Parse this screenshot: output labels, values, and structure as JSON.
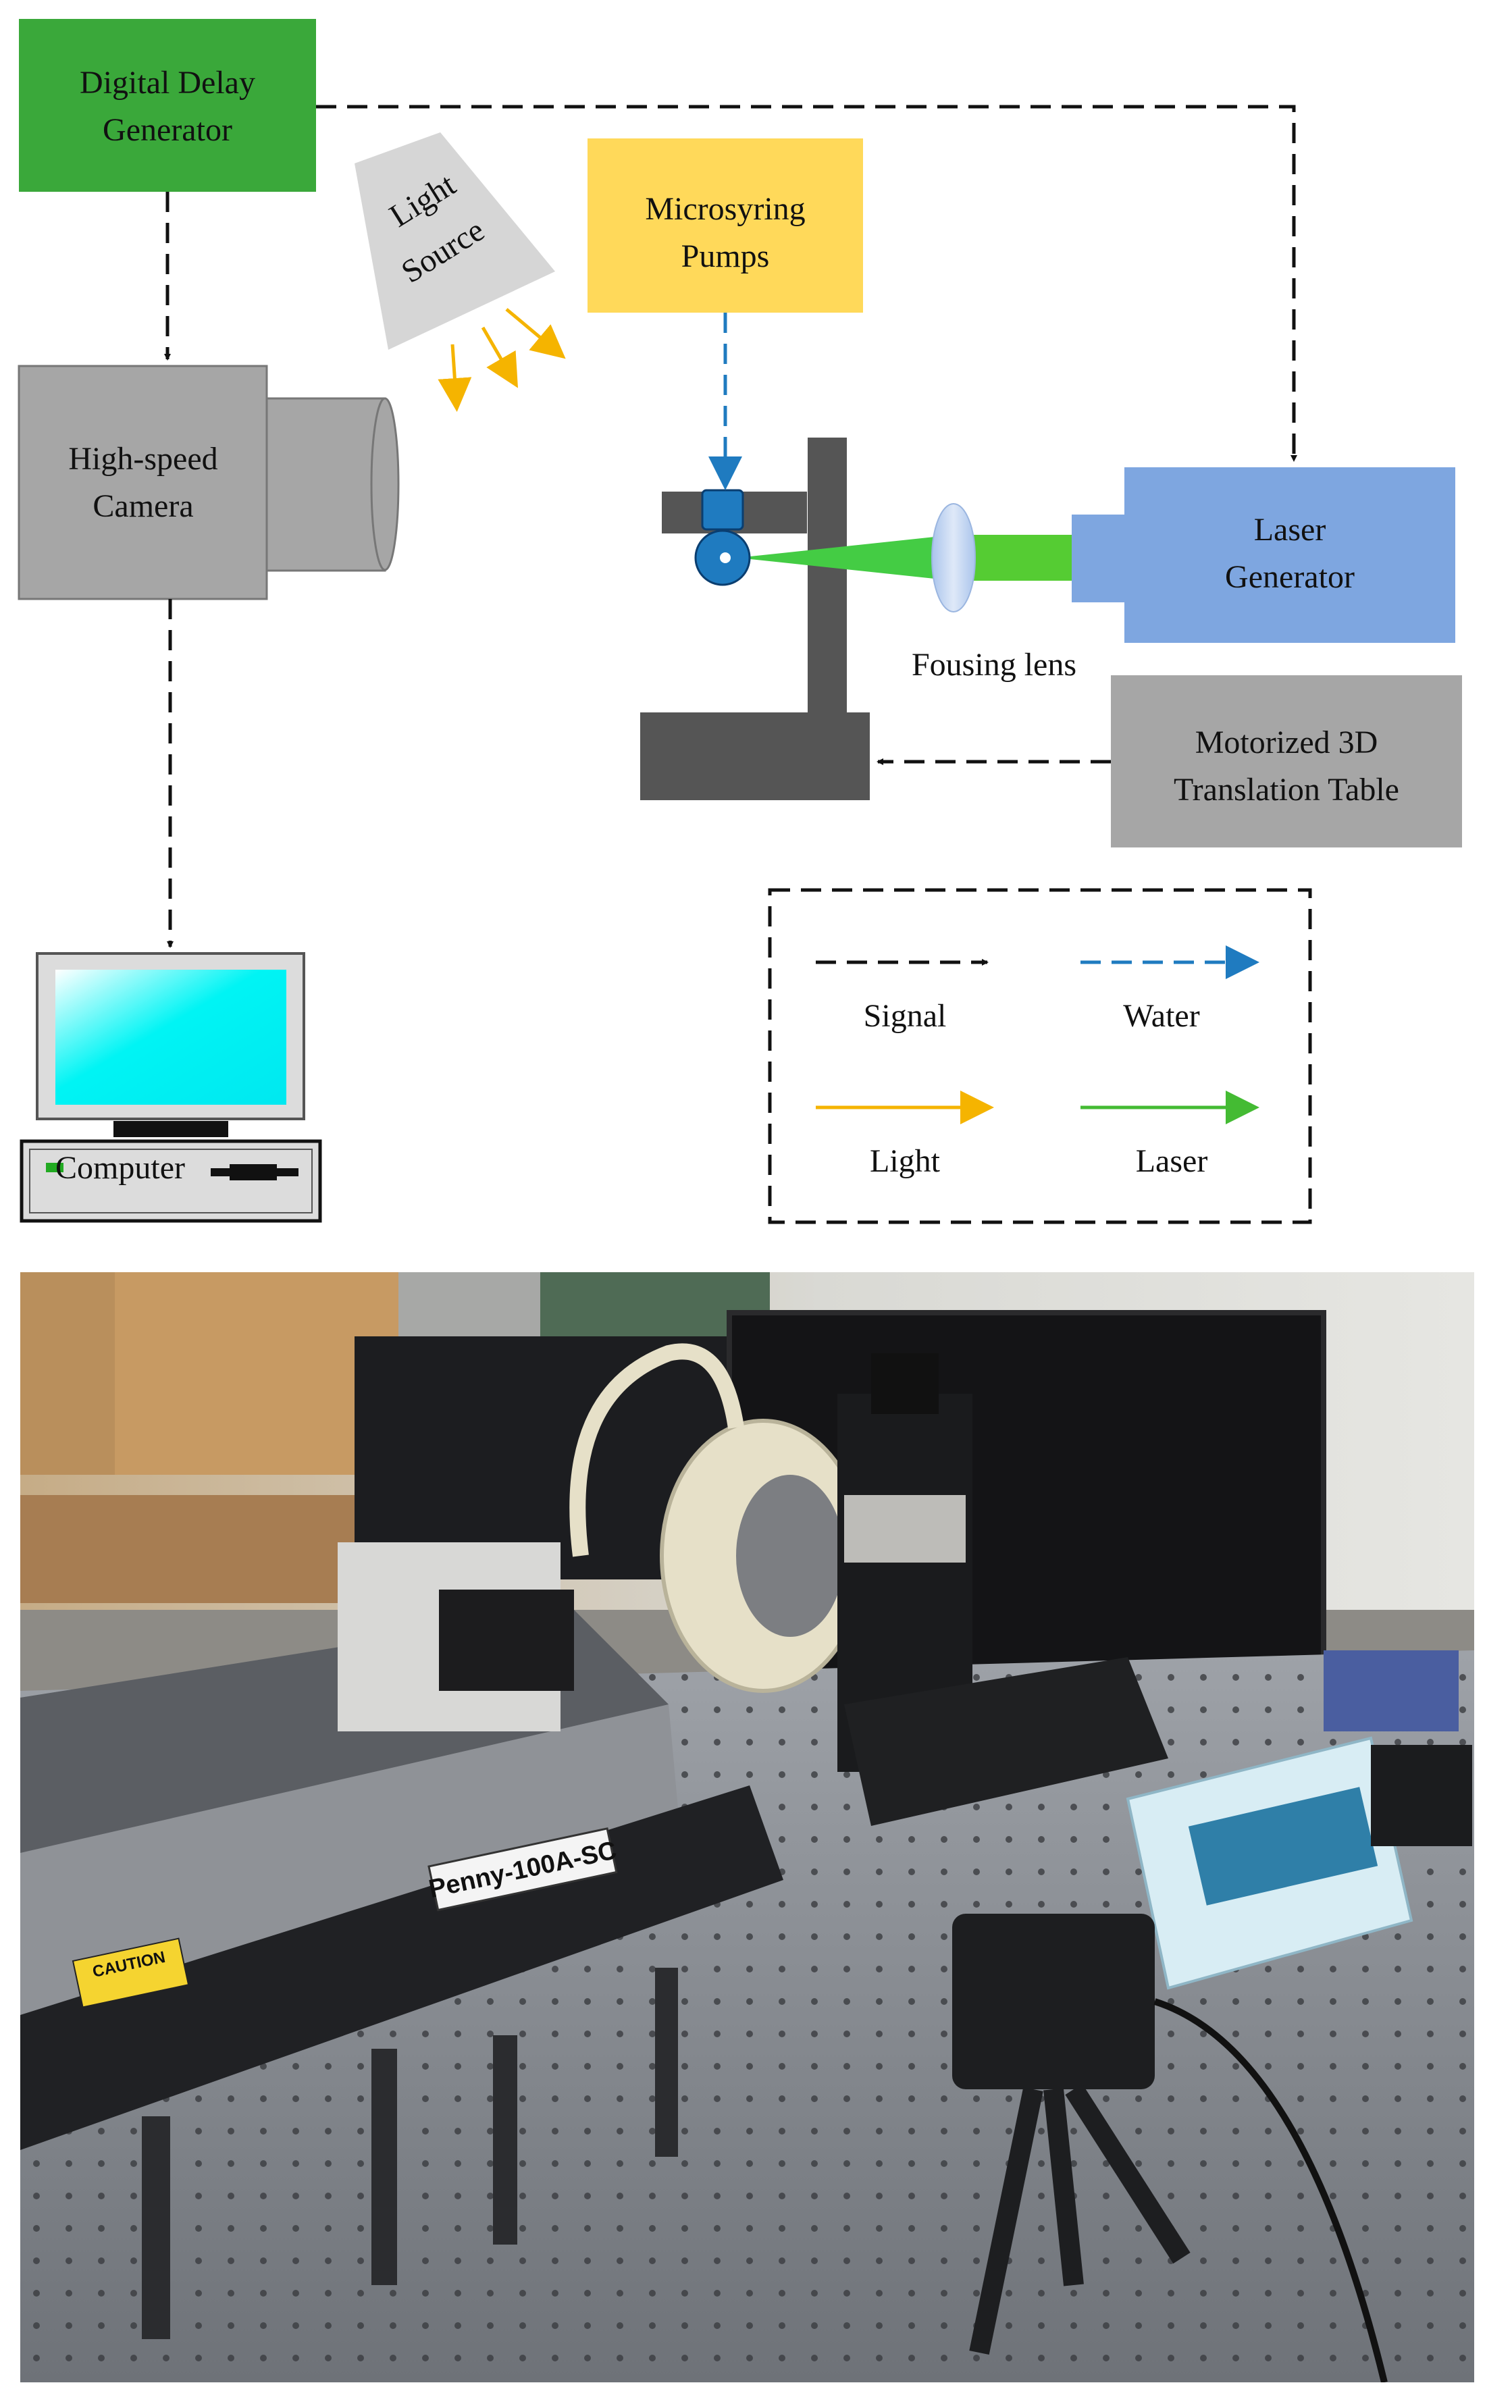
{
  "diagram": {
    "ddg": [
      "Digital Delay",
      "Generator"
    ],
    "light_source": [
      "Light",
      "Source"
    ],
    "pumps": [
      "Microsyring",
      "Pumps"
    ],
    "camera": [
      "High-speed",
      "Camera"
    ],
    "laser_gen": [
      "Laser",
      "Generator"
    ],
    "lens": "Fousing lens",
    "table": [
      "Motorized 3D",
      "Translation Table"
    ],
    "computer": "Computer",
    "legend": {
      "signal": "Signal",
      "water": "Water",
      "light": "Light",
      "laser": "Laser"
    },
    "colors": {
      "ddg": "#3aa83a",
      "pumps": "#ffd95a",
      "camera": "#a6a6a6",
      "laser_gen": "#7ea6e0",
      "table": "#a6a6a6",
      "signal": "#111111",
      "water": "#1f7bc0",
      "light": "#f5b400",
      "laser": "#44bb33",
      "screen": "#00f0f0"
    }
  },
  "photo": {
    "laser_label": "Penny-100A-SC",
    "caution_label": "CAUTION"
  }
}
